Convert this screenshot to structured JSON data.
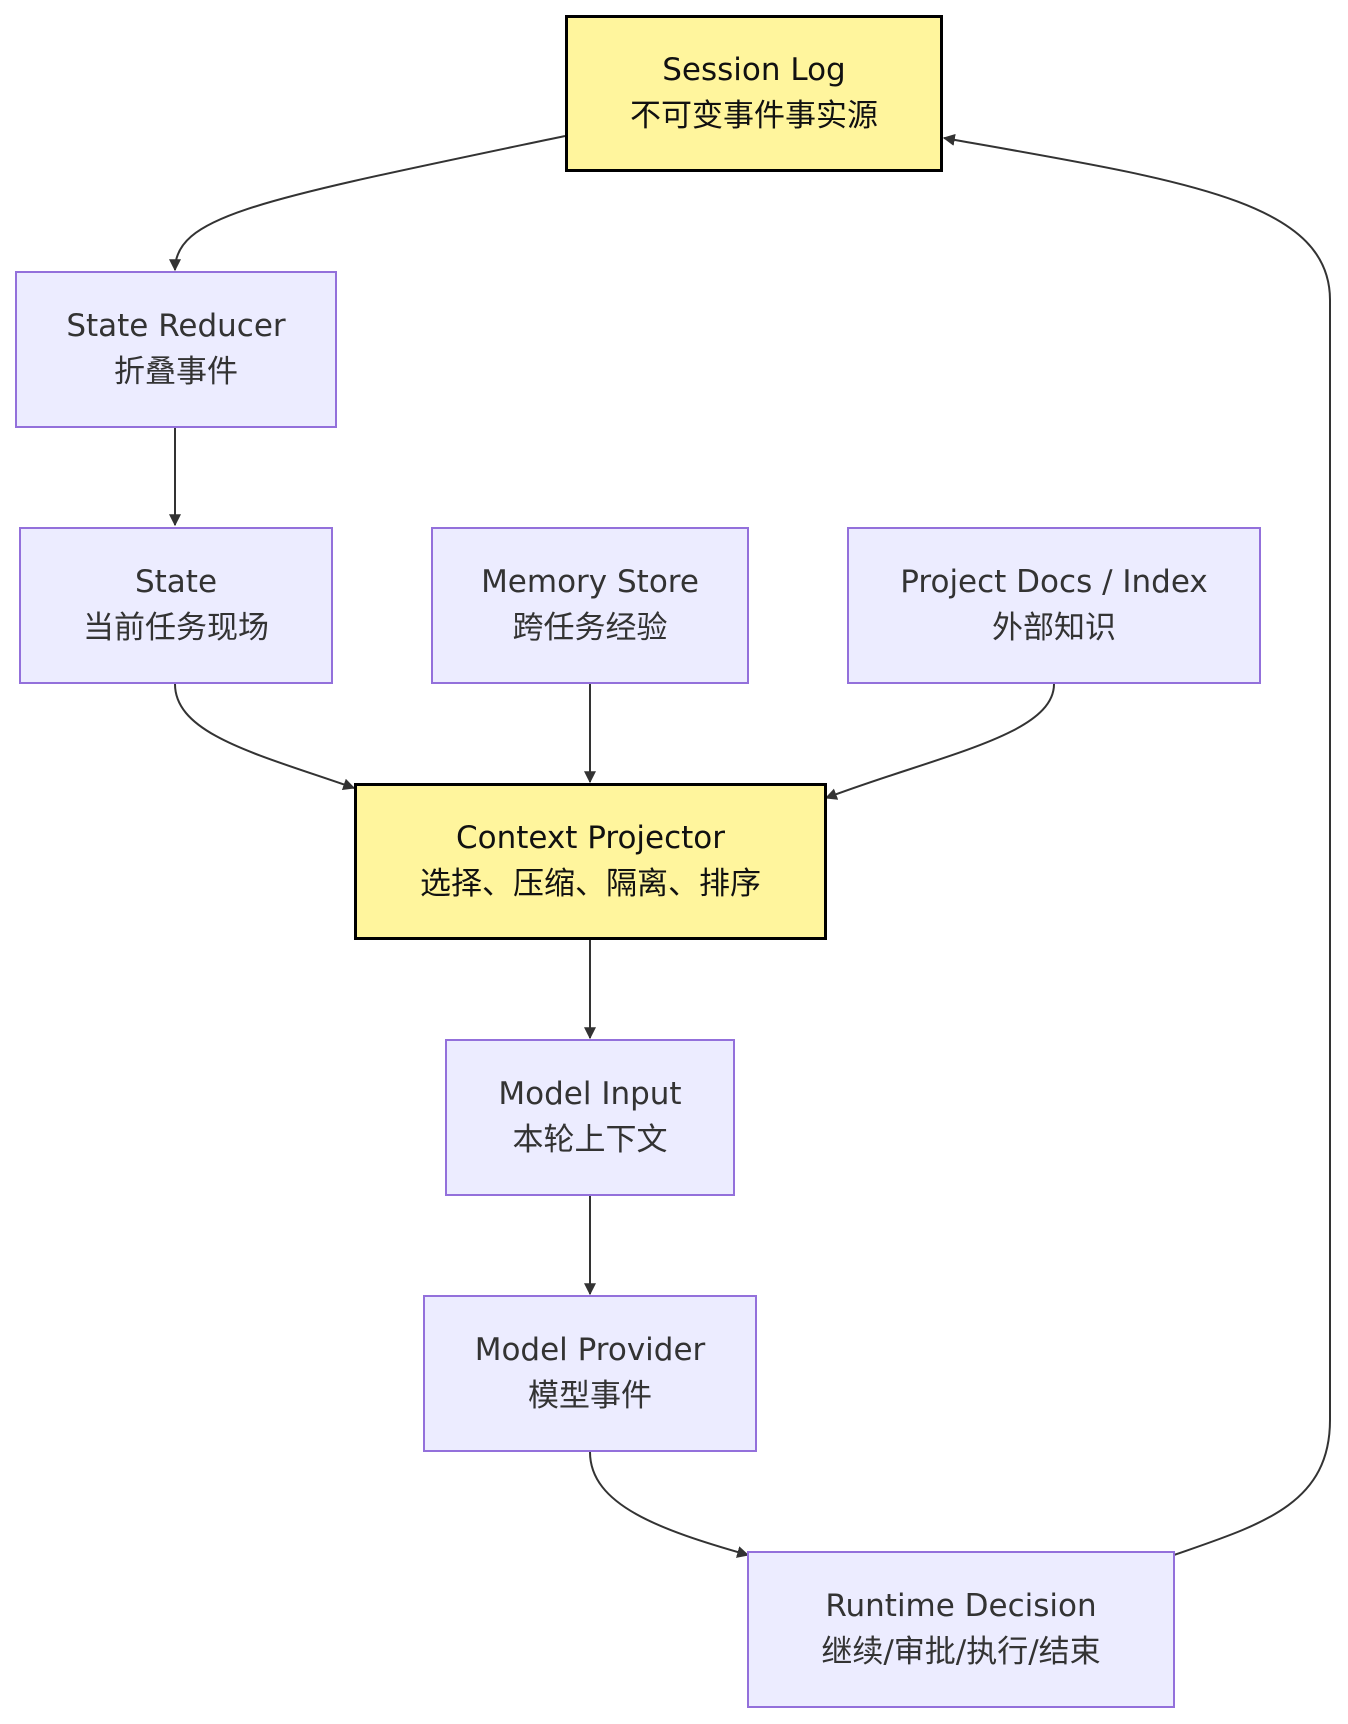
{
  "colors": {
    "node_fill": "#ECECFF",
    "node_border": "#9370DB",
    "highlight_fill": "#FFF59D",
    "highlight_border": "#000000",
    "edge": "#333333"
  },
  "nodes": {
    "session_log": {
      "title": "Session Log",
      "subtitle": "不可变事件事实源"
    },
    "state_reducer": {
      "title": "State Reducer",
      "subtitle": "折叠事件"
    },
    "state": {
      "title": "State",
      "subtitle": "当前任务现场"
    },
    "memory_store": {
      "title": "Memory Store",
      "subtitle": "跨任务经验"
    },
    "project_docs": {
      "title": "Project Docs / Index",
      "subtitle": "外部知识"
    },
    "context_projector": {
      "title": "Context Projector",
      "subtitle": "选择、压缩、隔离、排序"
    },
    "model_input": {
      "title": "Model Input",
      "subtitle": "本轮上下文"
    },
    "model_provider": {
      "title": "Model Provider",
      "subtitle": "模型事件"
    },
    "runtime_decision": {
      "title": "Runtime Decision",
      "subtitle": "继续/审批/执行/结束"
    }
  },
  "edges": [
    {
      "from": "session_log",
      "to": "state_reducer"
    },
    {
      "from": "state_reducer",
      "to": "state"
    },
    {
      "from": "state",
      "to": "context_projector"
    },
    {
      "from": "memory_store",
      "to": "context_projector"
    },
    {
      "from": "project_docs",
      "to": "context_projector"
    },
    {
      "from": "context_projector",
      "to": "model_input"
    },
    {
      "from": "model_input",
      "to": "model_provider"
    },
    {
      "from": "model_provider",
      "to": "runtime_decision"
    },
    {
      "from": "runtime_decision",
      "to": "session_log"
    }
  ]
}
